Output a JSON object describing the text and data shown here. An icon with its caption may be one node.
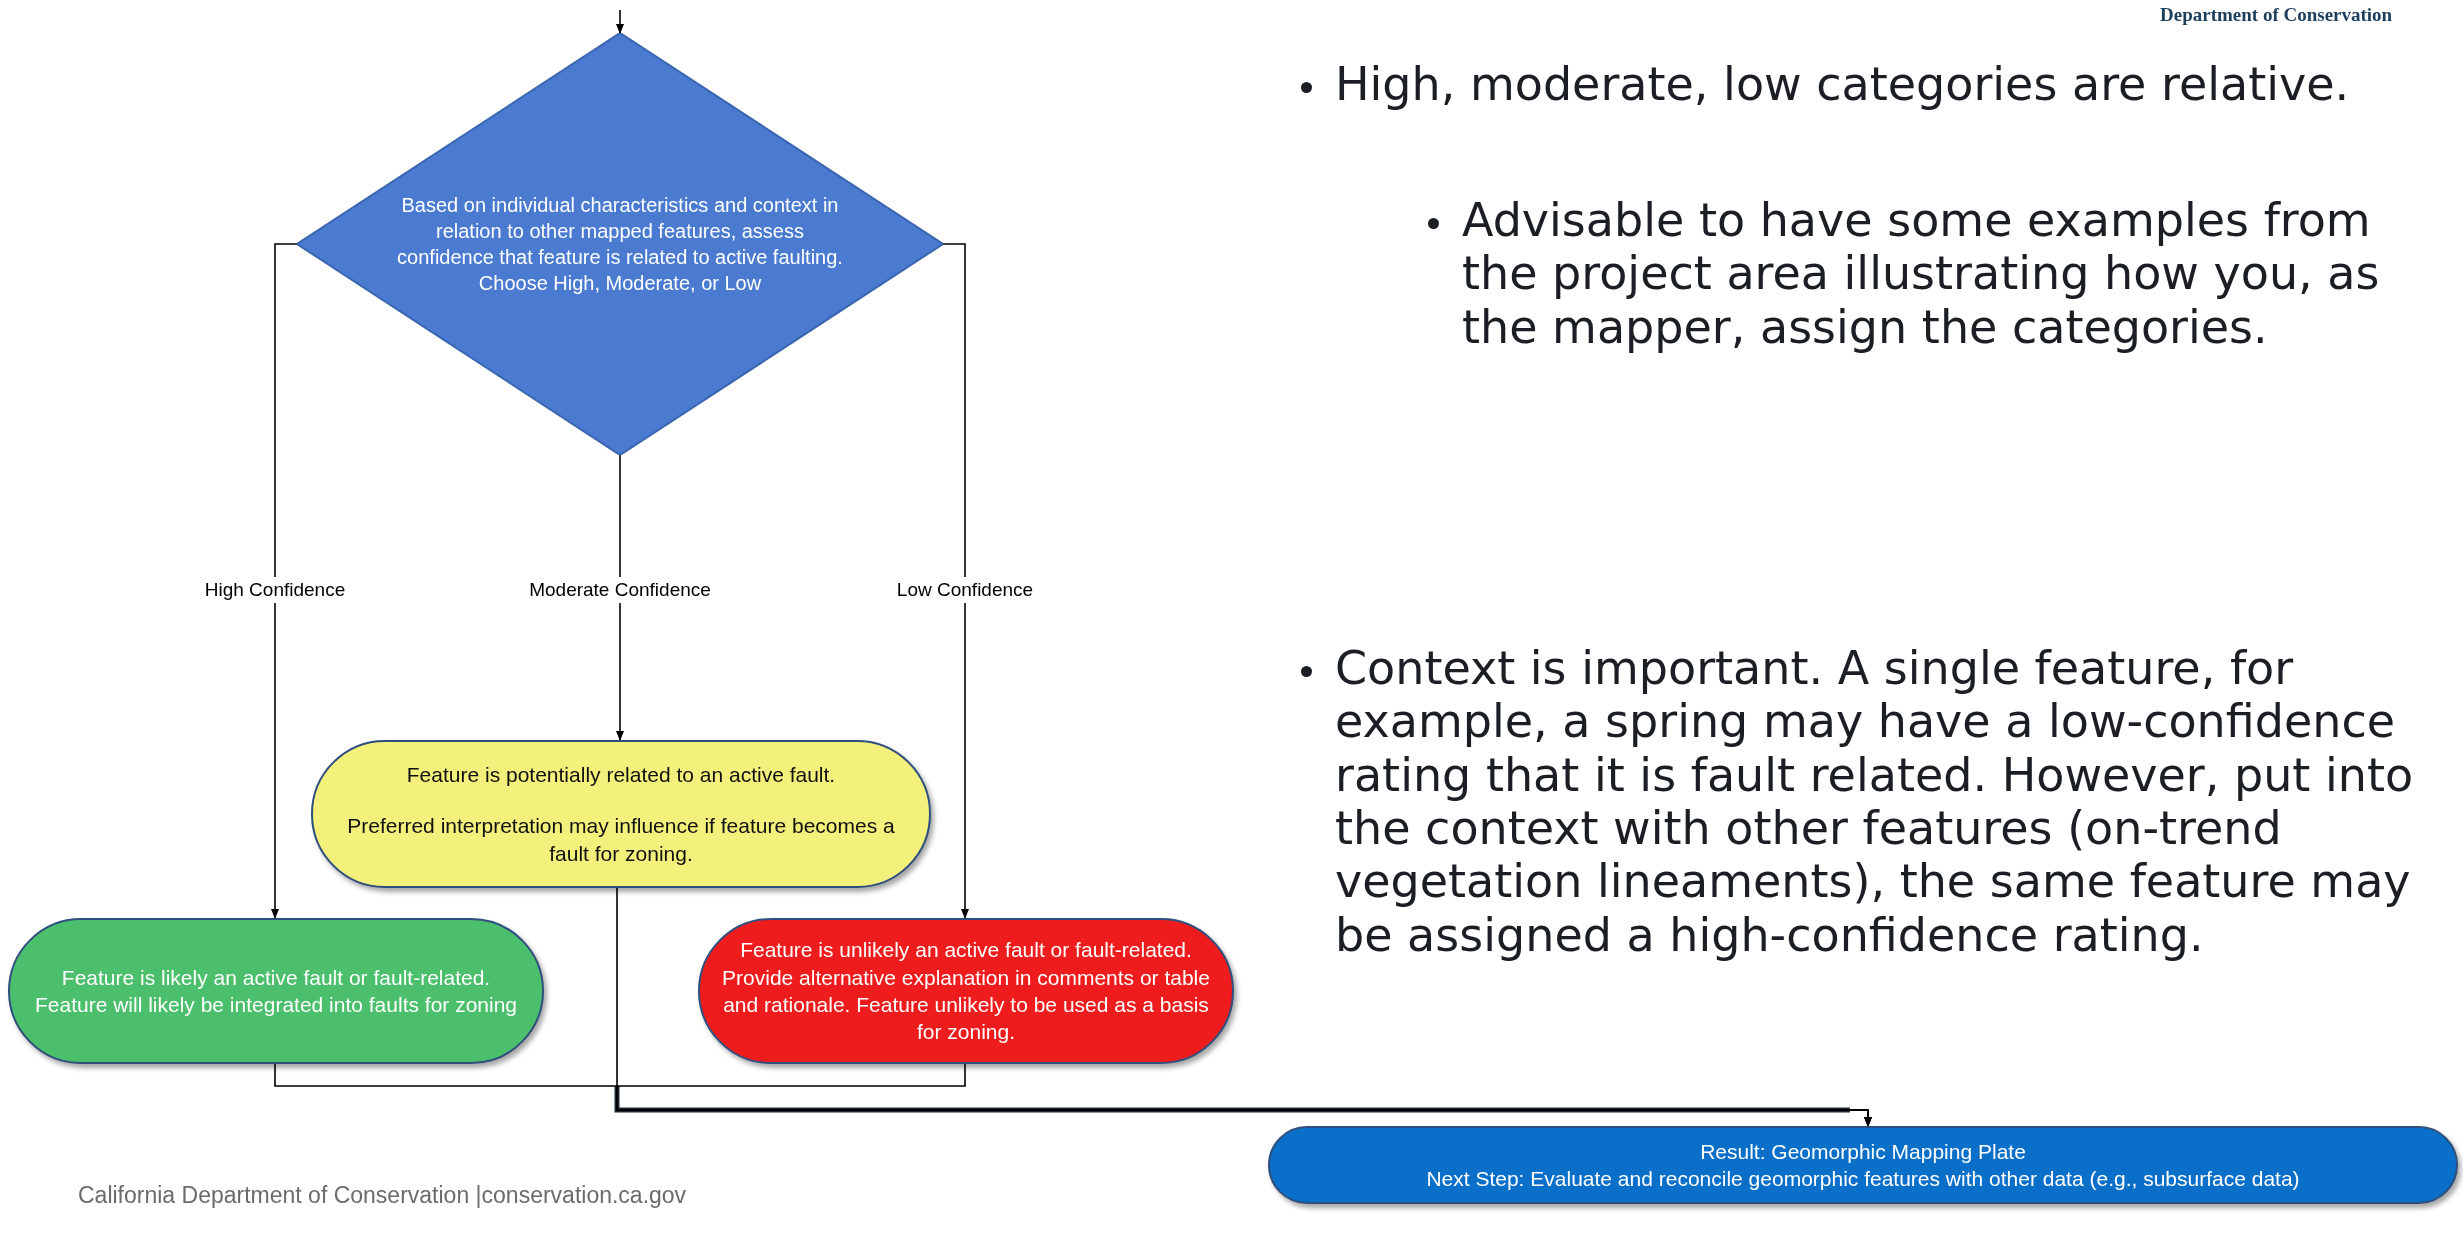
{
  "diagram": {
    "nodes": [
      {
        "text": [
          "Based on individual characteristics and context in relation to other mapped features, assess confidence that feature is related to active faulting.",
          "Choose High, Moderate, or Low"
        ]
      },
      {
        "text": [
          "Feature is potentially related to an active fault.",
          "Preferred interpretation may influence if feature becomes a fault for zoning."
        ]
      },
      {
        "text": [
          "Feature is likely an active fault or fault-related. Feature will likely be integrated into faults for zoning"
        ]
      },
      {
        "text": [
          "Feature is unlikely an active fault or fault-related.  Provide alternative explanation in comments or table and rationale.  Feature unlikely to be used as a basis for zoning."
        ]
      },
      {
        "text": [
          "Result: Geomorphic Mapping Plate",
          "Next Step: Evaluate and reconcile geomorphic features with other data (e.g., subsurface data)"
        ]
      }
    ],
    "edges": [
      {
        "from": null,
        "to": 0,
        "arrow": "to"
      },
      {
        "from": 0,
        "to": 2,
        "arrow": "to",
        "label": "High Confidence"
      },
      {
        "from": 0,
        "to": 1,
        "arrow": "to",
        "label": "Moderate Confidence"
      },
      {
        "from": 0,
        "to": 3,
        "arrow": "to",
        "label": "Low Confidence"
      },
      {
        "from": 2,
        "to": 4,
        "arrow": "to"
      },
      {
        "from": 1,
        "to": 4,
        "arrow": "to"
      },
      {
        "from": 3,
        "to": 4,
        "arrow": "to"
      }
    ],
    "labels": [
      "Department of Conservation",
      "High, moderate, low categories are relative.",
      "Advisable to have some examples from the project area illustrating how you, as the mapper, assign the categories.",
      "Context is important. A single feature, for example, a spring may have a low-confidence rating that it is fault related. However, put into the context with other features (on-trend vegetation lineaments), the same feature may be assigned a high-confidence rating.",
      "California Department of Conservation |conservation.ca.gov"
    ]
  }
}
